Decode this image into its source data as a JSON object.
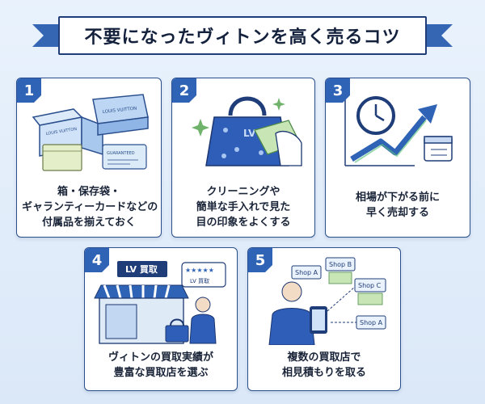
{
  "title": "不要になったヴィトンを高く売るコツ",
  "tips": [
    {
      "number": "1",
      "lines": [
        "箱・保存袋・",
        "ギャランティーカードなどの",
        "付属品を揃えておく"
      ]
    },
    {
      "number": "2",
      "lines": [
        "クリーニングや",
        "簡単な手入れで見た",
        "目の印象をよくする"
      ]
    },
    {
      "number": "3",
      "lines": [
        "相場が下がる前に",
        "早く売却する"
      ]
    },
    {
      "number": "4",
      "lines": [
        "ヴィトンの買取実績が",
        "豊富な買取店を選ぶ"
      ]
    },
    {
      "number": "5",
      "lines": [
        "複数の買取店で",
        "相見積もりを取る"
      ]
    }
  ],
  "illustration_text": {
    "box_lid_logo": "LOUIS VUITTON",
    "box_logo": "LOUIS VUITTON",
    "guarantee_card": "GUARANTEED",
    "bag_monogram": "LV",
    "store_sign": "LV 買取",
    "rating_stars": "★★★★★",
    "rating_label": "LV 買取",
    "shops": [
      "Shop A",
      "Shop B",
      "Shop C",
      "Shop A"
    ]
  },
  "colors": {
    "accent": "#2f63b6",
    "border": "#2b4f8e",
    "background": "#e3eefb",
    "arrow_green": "#5bbf7a"
  }
}
